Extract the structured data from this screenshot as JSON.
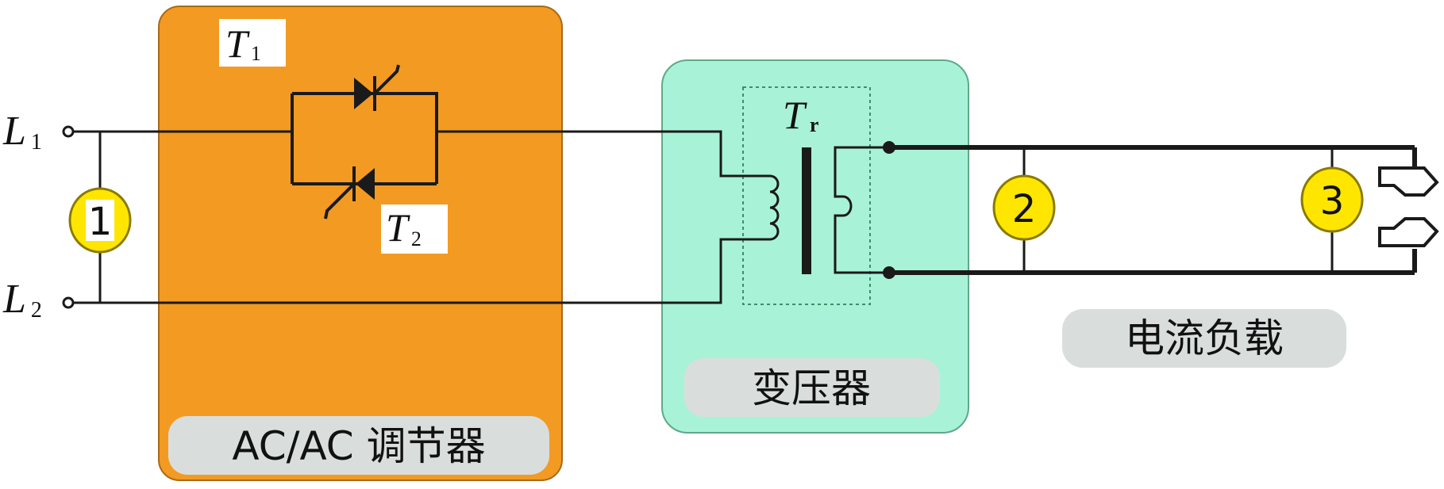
{
  "labels": {
    "L1": {
      "main": "L",
      "sub": "1"
    },
    "L2": {
      "main": "L",
      "sub": "2"
    },
    "T1": {
      "main": "T",
      "sub": "1"
    },
    "T2": {
      "main": "T",
      "sub": "2"
    },
    "Tr": {
      "main": "T",
      "sub": "r"
    }
  },
  "meters": [
    "1",
    "2",
    "3"
  ],
  "blocks": {
    "regulator": "AC/AC 调节器",
    "transformer": "变压器",
    "load": "电流负载"
  },
  "colors": {
    "regulator_fill": "#f39a22",
    "transformer_fill": "#a8f2d8",
    "meter_fill": "#ffe600",
    "label_bg": "#d6dee0",
    "wire": "#1a1a1a"
  }
}
